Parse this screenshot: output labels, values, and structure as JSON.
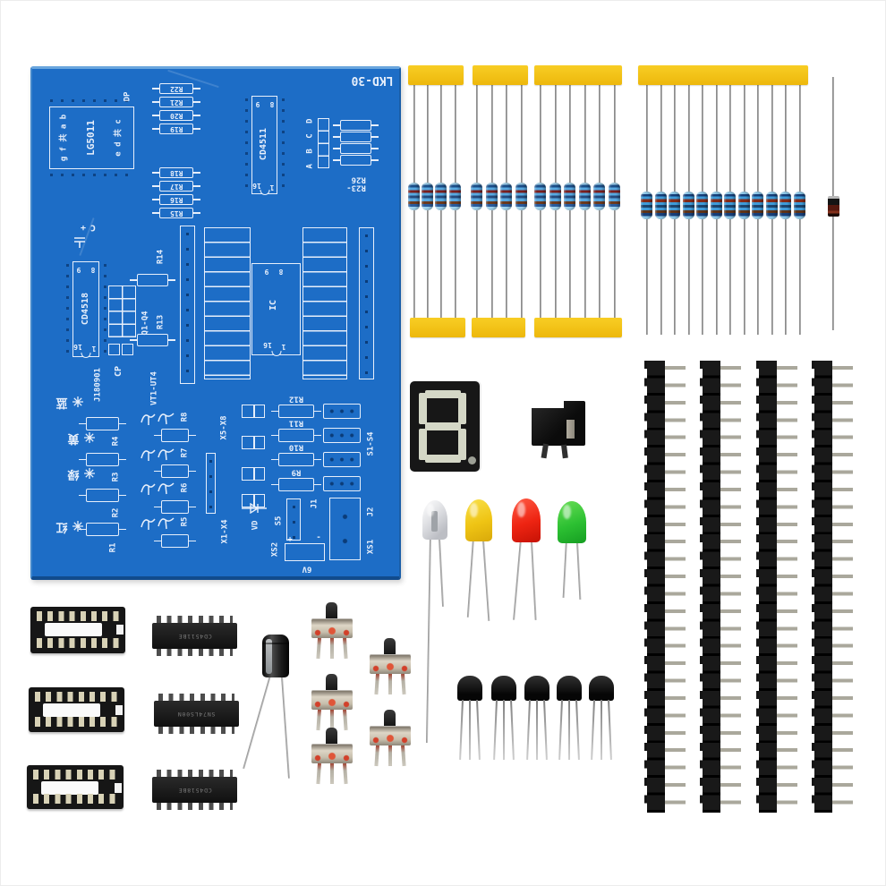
{
  "image": {
    "kind": "product-photo",
    "subject": "DIY electronic kit: blue PCB with loose through-hole components on white background"
  },
  "pcb": {
    "model": "LKD-30",
    "board_color": "#1d6dc6",
    "silkscreen_color": "#e7effb",
    "digit_block": {
      "part": "LG5011",
      "seg_row_left": "g f 共 a b",
      "seg_row_right": "e d 共 c",
      "dp": "DP"
    },
    "ic1": {
      "name": "CD4511",
      "pin_tl": "9",
      "pin_tr": "8",
      "pin_bl": "16",
      "pin_br": "1"
    },
    "ic2": {
      "name": "CD4518",
      "pin_tl": "9",
      "pin_tr": "8",
      "pin_bl": "16",
      "pin_br": "1"
    },
    "ic3": {
      "name": "IC",
      "pin_tl": "9",
      "pin_tr": "8",
      "pin_bl": "16",
      "pin_br": "1"
    },
    "abcd": "A B C D",
    "r2326a": "R23-",
    "r2326b": "R26",
    "r_top_bank": [
      "R22",
      "R21",
      "R20",
      "R19",
      "R18",
      "R17",
      "R16",
      "R15"
    ],
    "r_left": [
      "R1",
      "R2",
      "R3",
      "R4"
    ],
    "r_mid": [
      "R5",
      "R6",
      "R7",
      "R8"
    ],
    "r_right": [
      "R9",
      "R10",
      "R11",
      "R12"
    ],
    "legend": [
      "红",
      "绿",
      "黄",
      "蓝"
    ],
    "labels": {
      "cap_plus": "+",
      "cap_c": "C",
      "serial": "J180901",
      "cp": "CP",
      "q14": "Q1-Q4",
      "r14": "R14",
      "r13": "R13",
      "vt": "VT1-UT4",
      "x58": "X5-X8",
      "x14": "X1-X4",
      "vd": "VD",
      "s5": "S5",
      "j1": "J1",
      "xs2": "XS2",
      "v6": "6V",
      "plus": "+",
      "minus": "-",
      "xs1": "XS1",
      "j2": "J2",
      "s14": "S1-S4"
    }
  },
  "components": {
    "resistor_groups": [
      {
        "count": 4
      },
      {
        "count": 4
      },
      {
        "count": 6
      },
      {
        "count": 12
      }
    ],
    "diode": {
      "count": 1
    },
    "pin_headers": {
      "count": 4
    },
    "seven_segment": {
      "digit": "8",
      "decimal_point": true
    },
    "dc_jack": {
      "count": 1
    },
    "leds": [
      {
        "color": "clear"
      },
      {
        "color": "yellow"
      },
      {
        "color": "red"
      },
      {
        "color": "green"
      }
    ],
    "ic_sockets": {
      "count": 3
    },
    "ic_chips": [
      {
        "marking": "CD4511BE"
      },
      {
        "marking": "SN74LS00N"
      },
      {
        "marking": "CD4518BE"
      }
    ],
    "capacitor": {
      "count": 1
    },
    "slide_switches": {
      "count": 5
    },
    "transistors": {
      "count": 5
    }
  }
}
